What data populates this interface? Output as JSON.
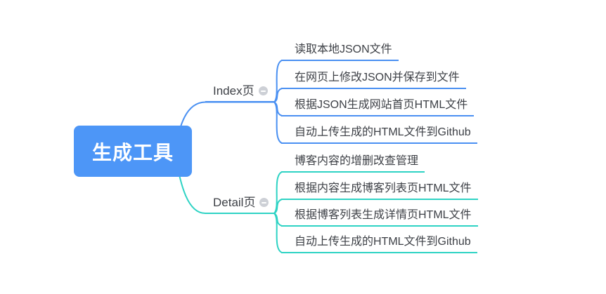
{
  "root": {
    "label": "生成工具",
    "fill_color": "#4d96f7",
    "text_color": "#ffffff"
  },
  "text_color": "#3d4046",
  "branches": [
    {
      "label": "Index页",
      "line_color": "#4a90f2",
      "collapse_icon": "minus-circle",
      "children": [
        {
          "label": "读取本地JSON文件"
        },
        {
          "label": "在网页上修改JSON并保存到文件"
        },
        {
          "label": "根据JSON生成网站首页HTML文件"
        },
        {
          "label": "自动上传生成的HTML文件到Github"
        }
      ]
    },
    {
      "label": "Detail页",
      "line_color": "#2ed3c4",
      "collapse_icon": "minus-circle",
      "children": [
        {
          "label": "博客内容的增删改查管理"
        },
        {
          "label": "根据内容生成博客列表页HTML文件"
        },
        {
          "label": "根据博客列表生成详情页HTML文件"
        },
        {
          "label": "自动上传生成的HTML文件到Github"
        }
      ]
    }
  ]
}
